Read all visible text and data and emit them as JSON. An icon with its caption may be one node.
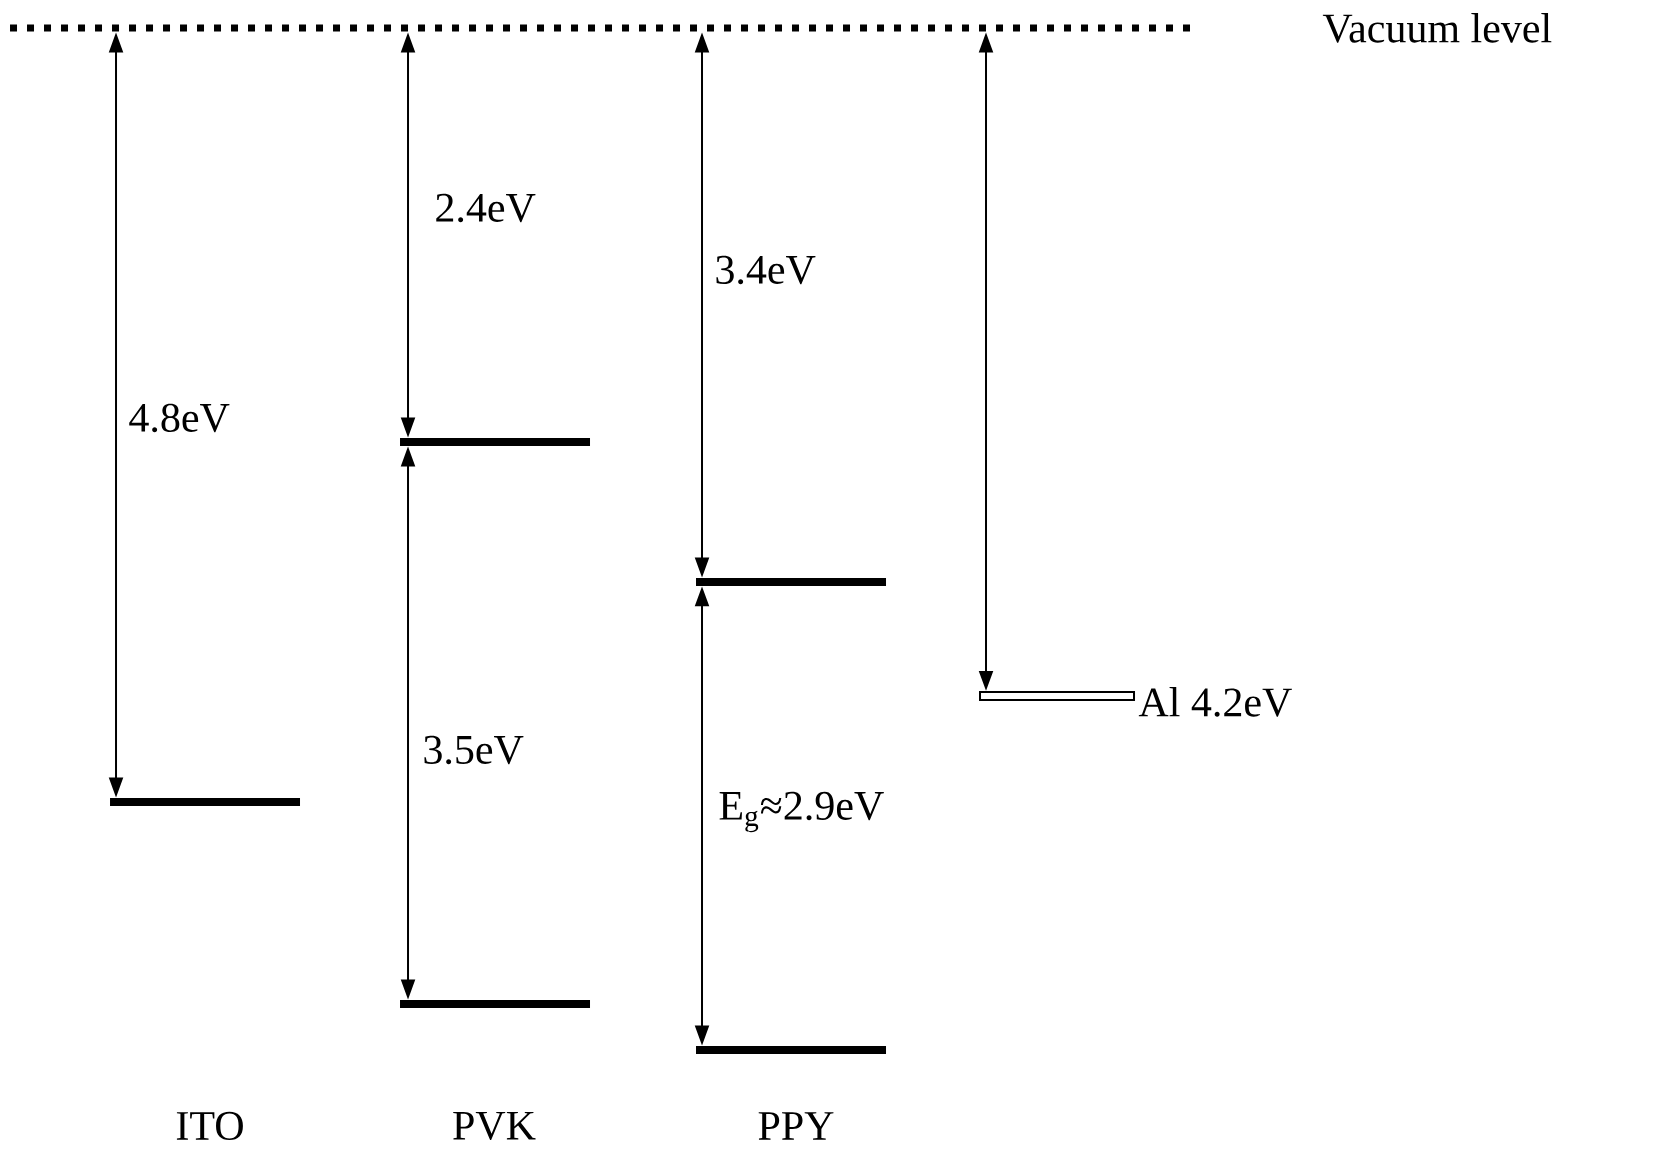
{
  "diagram": {
    "nodes": [
      {
        "text": [],
        "shape": "bar",
        "beside": [
          "Vacuum level"
        ]
      },
      {
        "text": [],
        "shape": "bar"
      },
      {
        "text": [],
        "shape": "bar"
      },
      {
        "text": [],
        "shape": "bar"
      },
      {
        "text": [],
        "shape": "bar"
      },
      {
        "text": [],
        "shape": "bar"
      },
      {
        "text": [],
        "shape": "bar",
        "beside": [
          "Al  4.2eV"
        ]
      }
    ],
    "edges": [
      {
        "from": 0,
        "to": 1,
        "arrow": "both",
        "label": "4.8eV"
      },
      {
        "from": 0,
        "to": 2,
        "arrow": "both",
        "label": "2.4eV"
      },
      {
        "from": 2,
        "to": 3,
        "arrow": "both",
        "label": "3.5eV"
      },
      {
        "from": 0,
        "to": 4,
        "arrow": "both",
        "label": "3.4eV"
      },
      {
        "from": 4,
        "to": 5,
        "arrow": "both",
        "label": "E$_{g}$≈2.9eV"
      },
      {
        "from": 0,
        "to": 6,
        "arrow": "both"
      }
    ],
    "labels": [
      "ITO",
      "PVK",
      "PPY"
    ]
  }
}
